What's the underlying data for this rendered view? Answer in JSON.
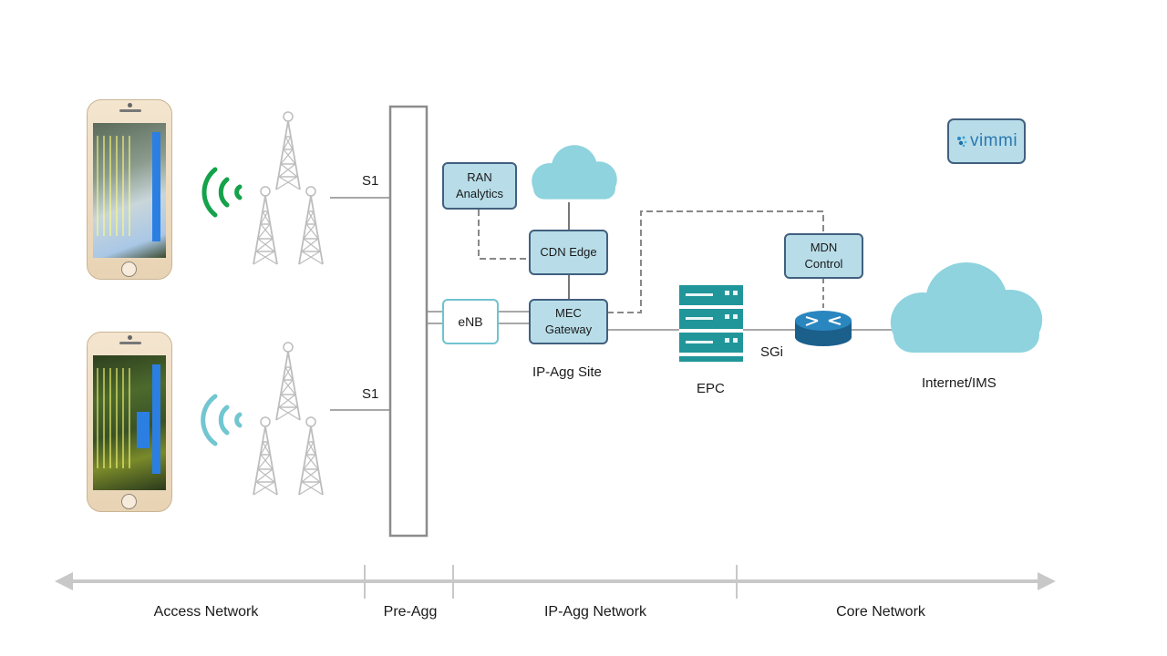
{
  "interfaces": {
    "s1_top": "S1",
    "s1_bottom": "S1",
    "sgi": "SGi"
  },
  "nodes": {
    "ran_analytics": "RAN\nAnalytics",
    "cdn_edge": "CDN Edge",
    "mec_gateway": "MEC\nGateway",
    "enb": "eNB",
    "mdn_control": "MDN\nControl"
  },
  "labels": {
    "ip_agg_site": "IP-Agg Site",
    "epc": "EPC",
    "internet": "Internet/IMS"
  },
  "logo": {
    "text": "vimmi",
    "icon": "sparkle-dots-icon"
  },
  "segments": [
    "Access Network",
    "Pre-Agg",
    "IP-Agg Network",
    "Core Network"
  ],
  "signals": [
    {
      "icon": "wifi-signal-icon",
      "color": "#14a24a"
    },
    {
      "icon": "wifi-signal-icon",
      "color": "#72c6d1"
    }
  ],
  "colors": {
    "box_fill": "#b8dde9",
    "box_border": "#41607f",
    "cloud": "#8ed3de",
    "epc_server": "#21969a",
    "router": "#1d6e9f",
    "line": "#8c8c8c",
    "axis": "#c8c8c8"
  }
}
